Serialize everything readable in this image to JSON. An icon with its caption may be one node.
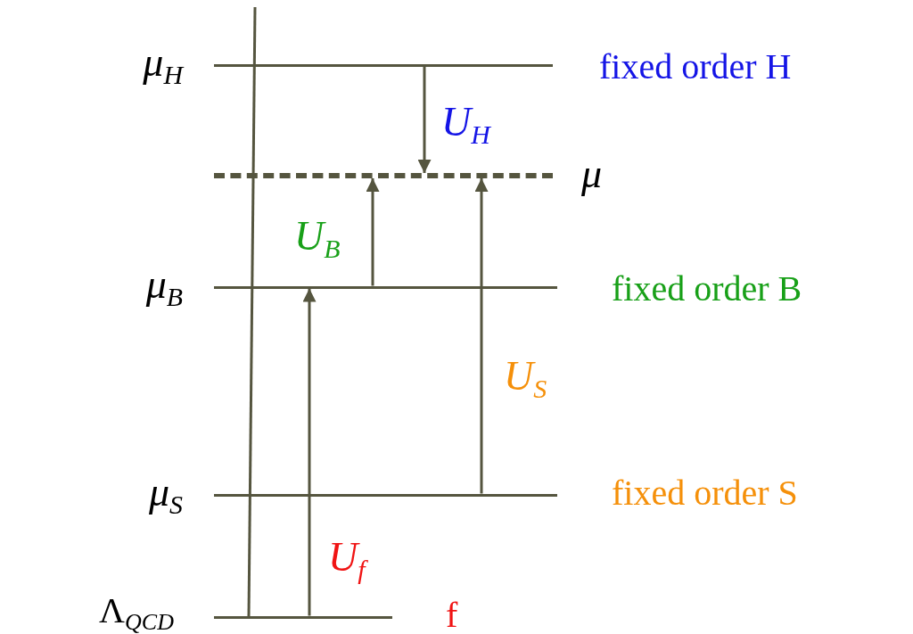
{
  "diagram": {
    "nodes": [
      {
        "text": [],
        "shape": "bar",
        "beside": [
          "*μ*$_{H}$"
        ]
      },
      {
        "text": [],
        "shape": "bar",
        "beside": [
          "*μ*"
        ]
      },
      {
        "text": [],
        "shape": "bar",
        "beside": [
          "*μ*$_{B}$"
        ]
      },
      {
        "text": [],
        "shape": "bar",
        "beside": [
          "*μ*$_{S}$"
        ]
      },
      {
        "text": [],
        "shape": "bar",
        "beside": [
          "Λ$_{QCD}$"
        ]
      }
    ],
    "edges": [
      {
        "from": 0,
        "to": 1,
        "arrow": "to",
        "label": "*U*$_{H}$"
      },
      {
        "from": 2,
        "to": 1,
        "arrow": "to",
        "label": "*U*$_{B}$"
      },
      {
        "from": 3,
        "to": 1,
        "arrow": "to",
        "label": "*U*$_{S}$"
      },
      {
        "from": 4,
        "to": 2,
        "arrow": "to",
        "label": "*U*$_{f}$"
      }
    ],
    "labels": [
      "fixed order H",
      "fixed order B",
      "fixed order S",
      "f"
    ]
  }
}
